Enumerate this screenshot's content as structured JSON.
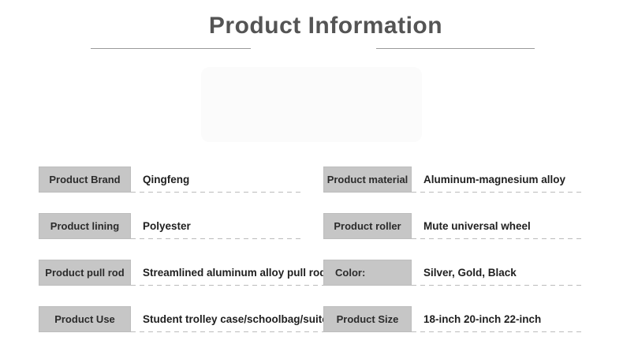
{
  "page": {
    "title": "Product Information"
  },
  "specs": {
    "left": [
      {
        "label": "Product Brand",
        "value": "Qingfeng"
      },
      {
        "label": "Product lining",
        "value": "Polyester"
      },
      {
        "label": "Product pull rod",
        "value": "Streamlined aluminum alloy pull rod"
      },
      {
        "label": "Product Use",
        "value": "Student trolley case/schoolbag/suitcase"
      }
    ],
    "right": [
      {
        "label": "Product material",
        "value": "Aluminum-magnesium alloy"
      },
      {
        "label": "Product roller",
        "value": "Mute universal wheel"
      },
      {
        "label": "Color:",
        "value": "Silver, Gold, Black"
      },
      {
        "label": "Product Size",
        "value": "18-inch 20-inch 22-inch"
      }
    ]
  },
  "colors": {
    "background": "#ffffff",
    "title_text": "#545454",
    "title_line": "#9a9a9a",
    "label_box_bg": "#c6c6c6",
    "label_box_border": "#bdbdbd",
    "label_text": "#2b2b2b",
    "value_text": "#1f1f1f",
    "dashed_line": "#bcbcbc"
  }
}
